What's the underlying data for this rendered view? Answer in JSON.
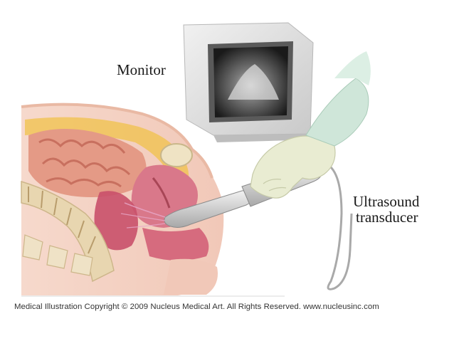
{
  "labels": {
    "monitor": "Monitor",
    "transducer_line1": "Ultrasound",
    "transducer_line2": "transducer"
  },
  "footer": {
    "copyright": "Medical Illustration Copyright © 2009 Nucleus Medical Art. All Rights Reserved. www.nucleusinc.com"
  },
  "colors": {
    "skin": "#f3cfc0",
    "organ": "#d9788a",
    "intestine": "#e49a86",
    "spine": "#e8d6b0",
    "monitor_case": "#dcdcdc",
    "screen": "#222222",
    "glove": "#e9ecd2",
    "sleeve": "#cfe6d9",
    "probe": "#c8c8c8",
    "cable": "#a9a9a9"
  }
}
